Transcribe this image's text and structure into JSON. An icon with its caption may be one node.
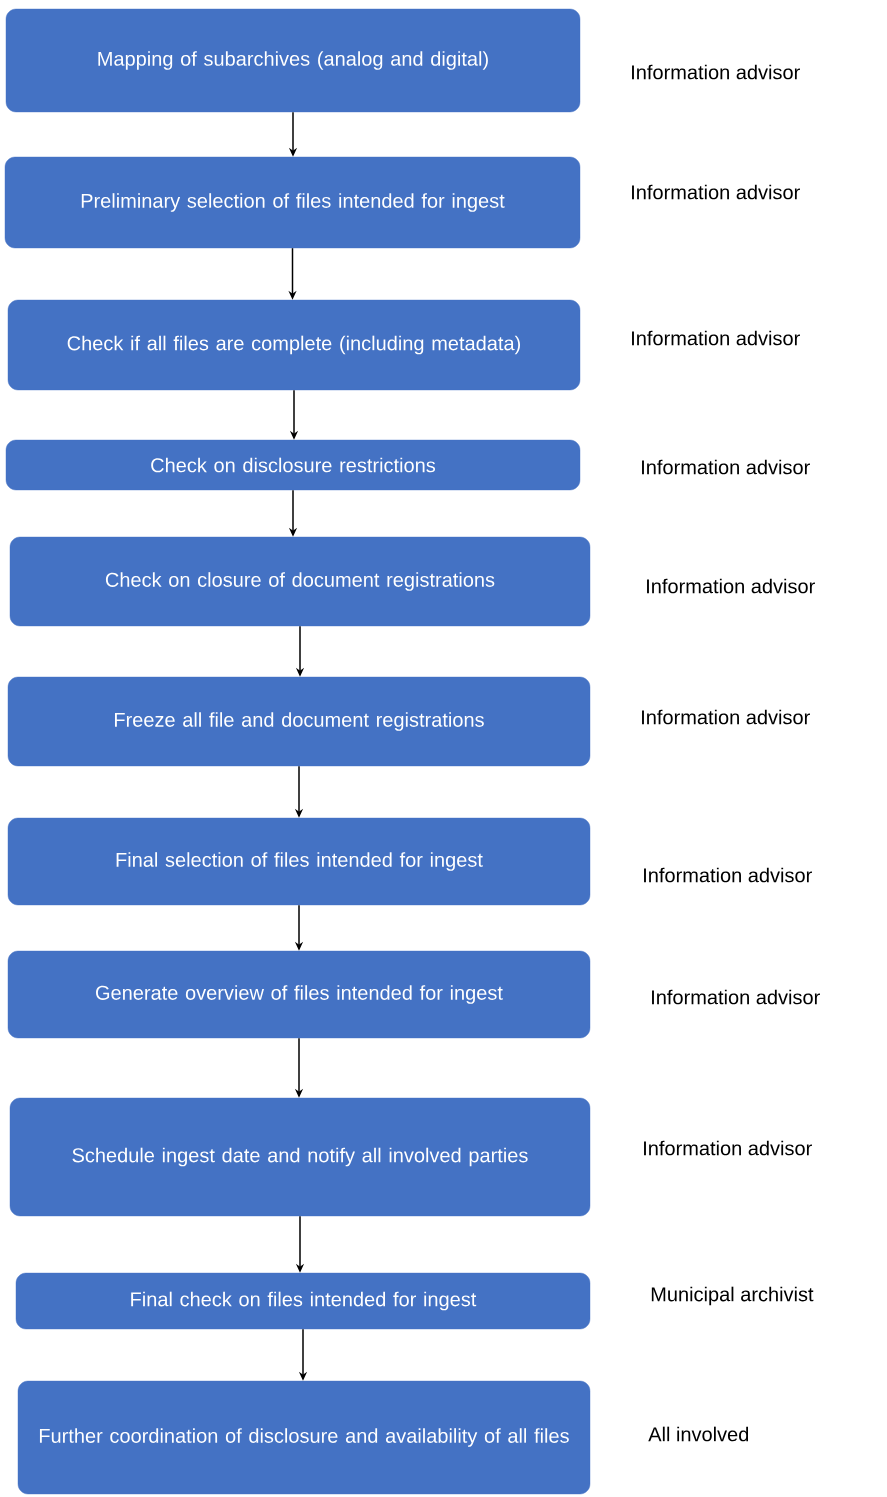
{
  "diagram": {
    "nodes": [
      {
        "text": [
          "Mapping of subarchives (analog and digital)"
        ],
        "beside": [
          "Information advisor"
        ]
      },
      {
        "text": [
          "Preliminary selection of files intended for ingest"
        ],
        "beside": [
          "Information advisor"
        ]
      },
      {
        "text": [
          "Check if all files are complete (including metadata)"
        ],
        "beside": [
          "Information advisor"
        ]
      },
      {
        "text": [
          "Check on disclosure restrictions"
        ],
        "beside": [
          "Information advisor"
        ]
      },
      {
        "text": [
          "Check on closure of document registrations"
        ],
        "beside": [
          "Information advisor"
        ]
      },
      {
        "text": [
          "Freeze all file and document registrations"
        ],
        "beside": [
          "Information advisor"
        ]
      },
      {
        "text": [
          "Final selection of files intended for ingest"
        ],
        "beside": [
          "Information advisor"
        ]
      },
      {
        "text": [
          "Generate overview of files intended for ingest"
        ],
        "beside": [
          "Information advisor"
        ]
      },
      {
        "text": [
          "Schedule ingest date and notify all involved parties"
        ],
        "beside": [
          "Information advisor"
        ]
      },
      {
        "text": [
          "Final check on files intended for ingest"
        ],
        "beside": [
          "Municipal archivist"
        ]
      },
      {
        "text": [
          "Further coordination of disclosure and availability of all files"
        ],
        "beside": [
          "All involved"
        ]
      }
    ],
    "edges": [
      {
        "from": 0,
        "to": 1,
        "arrow": "to"
      },
      {
        "from": 1,
        "to": 2,
        "arrow": "to"
      },
      {
        "from": 2,
        "to": 3,
        "arrow": "to"
      },
      {
        "from": 3,
        "to": 4,
        "arrow": "to"
      },
      {
        "from": 4,
        "to": 5,
        "arrow": "to"
      },
      {
        "from": 5,
        "to": 6,
        "arrow": "to"
      },
      {
        "from": 6,
        "to": 7,
        "arrow": "to"
      },
      {
        "from": 7,
        "to": 8,
        "arrow": "to"
      },
      {
        "from": 8,
        "to": 9,
        "arrow": "to"
      },
      {
        "from": 9,
        "to": 10,
        "arrow": "to"
      }
    ]
  }
}
